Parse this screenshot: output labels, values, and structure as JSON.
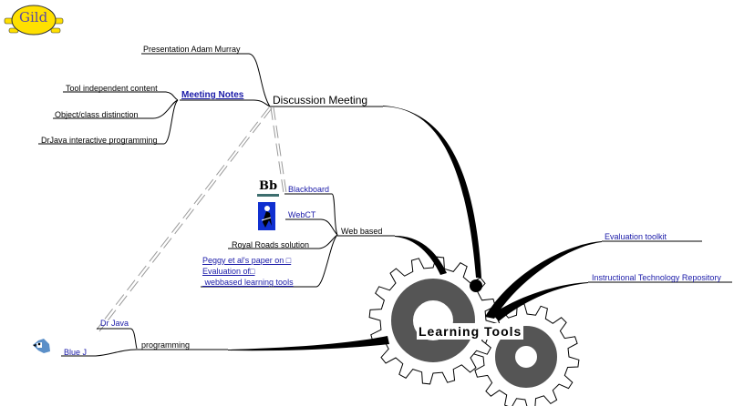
{
  "logo": {
    "text": "Gild"
  },
  "central": {
    "label": "Learning Tools"
  },
  "nodes": {
    "discussion_meeting": "Discussion Meeting",
    "presentation": "Presentation Adam Murray",
    "meeting_notes": "Meeting Notes",
    "tool_independent": "Tool independent content",
    "object_class": "Object/class distinction",
    "drjava_interactive": "DrJava interactive programming",
    "blackboard": "Blackboard",
    "webct": "WebCT",
    "web_based": "Web based",
    "royal_roads": "Royal Roads solution",
    "peggy_line1": "Peggy et al's paper on □",
    "peggy_line2": "Evaluation of□",
    "peggy_line3": " webbased learning tools",
    "evaluation_toolkit": "Evaluation toolkit",
    "itr": "Instructional Technology Repository",
    "dr_java": "Dr Java",
    "blue_j": "Blue J",
    "programming": "programming"
  },
  "icons": {
    "blackboard": "Bb"
  },
  "colors": {
    "link": "#1a1aa8",
    "gear": "#555555",
    "logo": "#ffe000"
  }
}
